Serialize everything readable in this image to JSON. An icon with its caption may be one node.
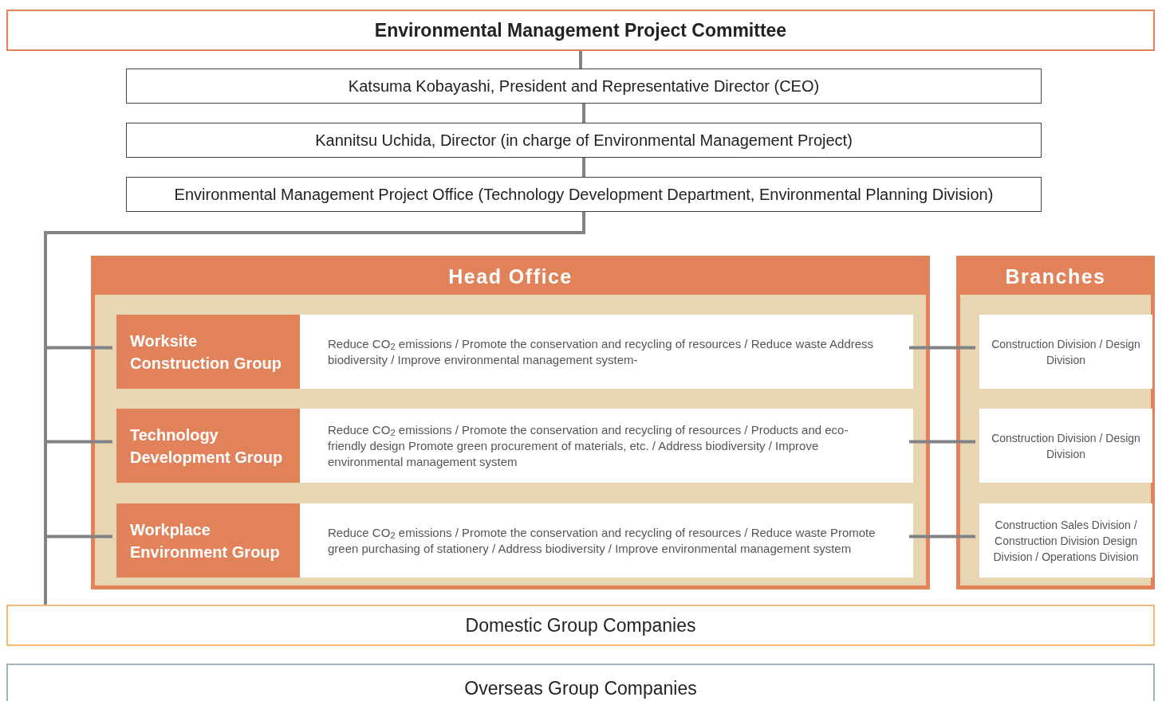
{
  "diagram": {
    "nodes": [
      {
        "text": [
          "Environmental Management Project Committee"
        ]
      },
      {
        "text": [
          "Katsuma Kobayashi, President and Representative Director (CEO)"
        ]
      },
      {
        "text": [
          "Kannitsu Uchida, Director (in charge of Environmental Management Project)"
        ]
      },
      {
        "text": [
          "Environmental Management Project Office (Technology Development Department, Environmental Planning Division)"
        ]
      },
      {
        "text": [
          "Head Office"
        ]
      },
      {
        "text": [
          "Worksite Construction Group",
          "Reduce CO$_{2}$ emissions / Promote the conservation and recycling of resources / Reduce waste Address biodiversity / Improve environmental management system-"
        ],
        "in": 4
      },
      {
        "text": [
          "Technology Development Group",
          "Reduce CO$_{2}$ emissions / Promote the conservation and recycling of resources / Products and eco-friendly design Promote green procurement of materials, etc. / Address biodiversity / Improve environmental management system"
        ],
        "in": 4
      },
      {
        "text": [
          "Workplace Environment Group",
          "Reduce CO$_{2}$ emissions / Promote the conservation and recycling of resources / Reduce waste Promote green purchasing of stationery / Address biodiversity / Improve environmental management system"
        ],
        "in": 4
      },
      {
        "text": [
          "Branches"
        ]
      },
      {
        "text": [
          "Construction Division / Design Division"
        ],
        "in": 8
      },
      {
        "text": [
          "Construction Division / Design Division"
        ],
        "in": 8
      },
      {
        "text": [
          "Construction Sales Division / Construction Division Design Division / Operations Division"
        ],
        "in": 8
      },
      {
        "text": [
          "Domestic Group Companies"
        ]
      },
      {
        "text": [
          "Overseas Group Companies"
        ]
      }
    ],
    "edges": [
      {
        "from": 0,
        "to": 1,
        "arrow": "none"
      },
      {
        "from": 1,
        "to": 2,
        "arrow": "none"
      },
      {
        "from": 2,
        "to": 3,
        "arrow": "none"
      },
      {
        "from": 3,
        "to": 5,
        "arrow": "none"
      },
      {
        "from": 3,
        "to": 6,
        "arrow": "none"
      },
      {
        "from": 3,
        "to": 7,
        "arrow": "none"
      },
      {
        "from": 3,
        "to": 12,
        "arrow": "none"
      },
      {
        "from": 5,
        "to": 9,
        "arrow": "none"
      },
      {
        "from": 6,
        "to": 10,
        "arrow": "none"
      },
      {
        "from": 7,
        "to": 11,
        "arrow": "none"
      }
    ]
  }
}
